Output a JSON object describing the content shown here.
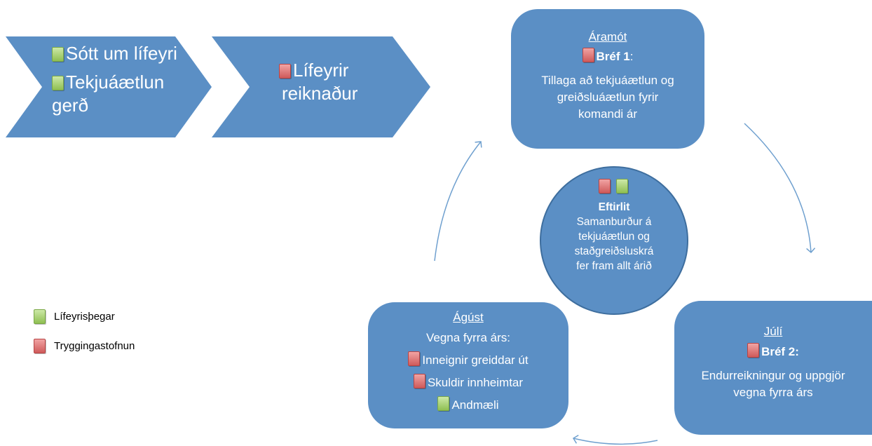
{
  "chevron1": {
    "item1": "Sótt um lífeyri",
    "item2_line1": "Tekjuáætlun",
    "item2_line2": "gerð"
  },
  "chevron2": {
    "line1": "Lífeyrir",
    "line2": "reiknaður"
  },
  "aramot": {
    "title": "Áramót",
    "letter": "Bréf 1",
    "colon": ":",
    "line1": "Tillaga að tekjuáætlun og",
    "line2": "greiðsluáætlun fyrir",
    "line3": "komandi ár"
  },
  "center": {
    "title": "Eftirlit",
    "line1": "Samanburður á",
    "line2": "tekjuáætlun og",
    "line3": "staðgreiðsluskrá",
    "line4": "fer fram allt árið"
  },
  "juli": {
    "title": "Júlí",
    "letter": "Bréf 2:",
    "line1": "Endurreikningur og uppgjör",
    "line2": "vegna fyrra árs"
  },
  "agust": {
    "title": "Ágúst",
    "subtitle": "Vegna fyrra árs:",
    "item1": "Inneignir greiddar út",
    "item2": "Skuldir innheimtar",
    "item3": "Andmæli"
  },
  "legend": {
    "green_label": "Lífeyrisþegar",
    "red_label": "Tryggingastofnun"
  },
  "colors": {
    "shape_fill": "#5b8fc5",
    "arrow": "#6fa0cf",
    "green_marker": "#9bc95f",
    "red_marker": "#d9625f"
  }
}
